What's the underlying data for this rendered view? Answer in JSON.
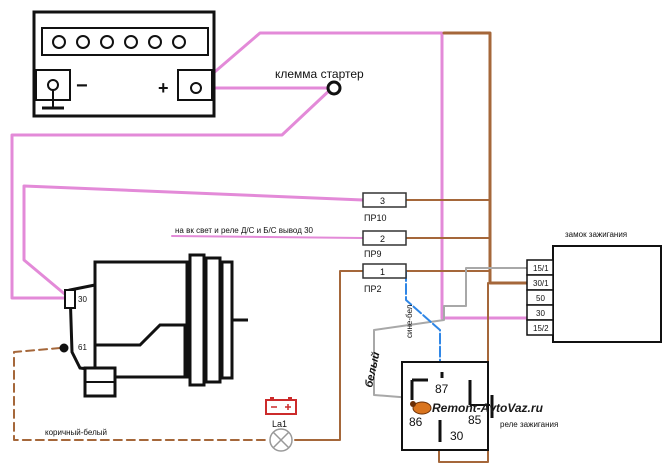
{
  "battery": {
    "minus": "−",
    "plus": "+"
  },
  "labels": {
    "starter_terminal": "клемма стартер",
    "light_note": "на вк свет и реле Д/С и Б/С вывод 30",
    "ignition_switch": "замок зажигания",
    "ignition_relay": "реле зажигания",
    "brown_white": "коричный-белый",
    "white": "белый",
    "blue_white": "сине-бел",
    "lamp": "La1",
    "watermark": "Remont-AvtoVaz.ru"
  },
  "fuses": [
    {
      "num": "3",
      "name": "ПР10"
    },
    {
      "num": "2",
      "name": "ПР9"
    },
    {
      "num": "1",
      "name": "ПР2"
    }
  ],
  "generator": {
    "terminal_30": "30",
    "terminal_61": "61"
  },
  "ignition_terminals": [
    "15/1",
    "30/1",
    "50",
    "30",
    "15/2"
  ],
  "relay_pins": {
    "p87": "87",
    "p86": "86",
    "p85": "85",
    "p30": "30"
  },
  "colors": {
    "pink": "#e38ad8",
    "brown": "#a5673a",
    "gray": "#a8a8a8",
    "blue": "#2f86e6",
    "black": "#111111",
    "lamp_red": "#cc2b2b"
  }
}
